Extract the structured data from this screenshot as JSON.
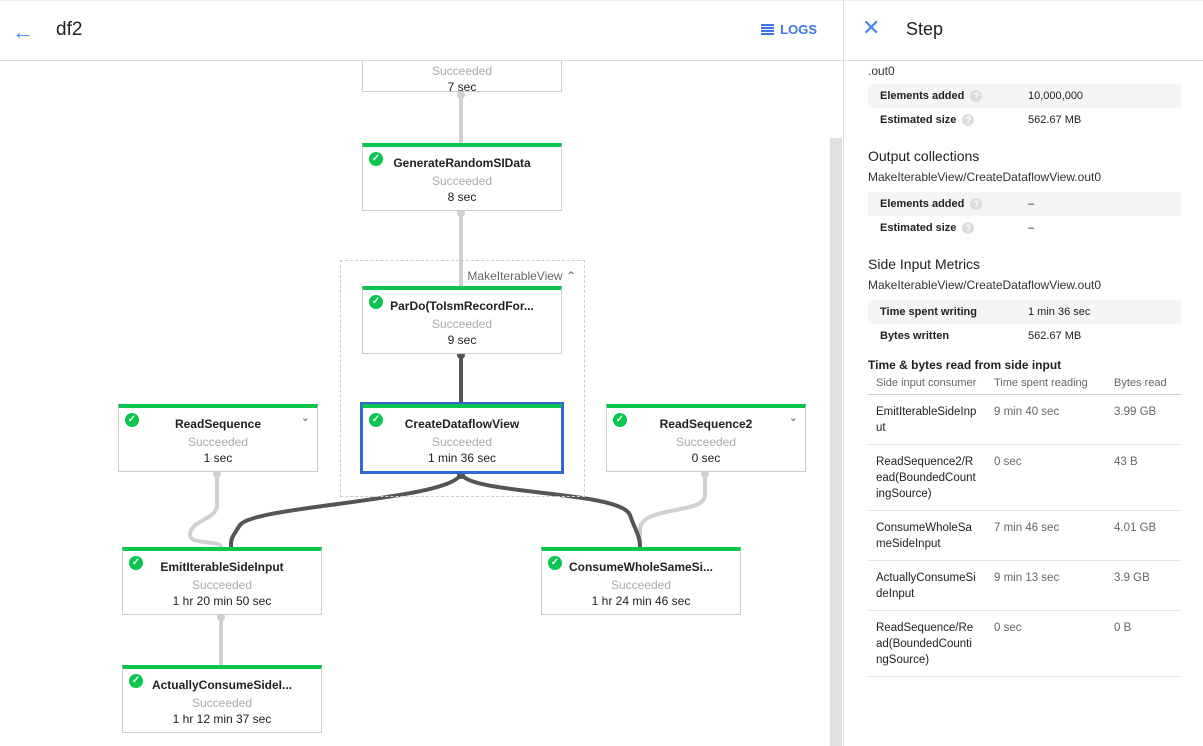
{
  "header": {
    "title": "df2",
    "logs_label": "LOGS"
  },
  "graph": {
    "group_label": "MakeIterableView",
    "nodes": [
      {
        "name": "",
        "status": "Succeeded",
        "time": "7 sec"
      },
      {
        "name": "GenerateRandomSIData",
        "status": "Succeeded",
        "time": "8 sec"
      },
      {
        "name": "ParDo(ToIsmRecordFor...",
        "status": "Succeeded",
        "time": "9 sec"
      },
      {
        "name": "CreateDataflowView",
        "status": "Succeeded",
        "time": "1 min 36 sec"
      },
      {
        "name": "ReadSequence",
        "status": "Succeeded",
        "time": "1 sec"
      },
      {
        "name": "ReadSequence2",
        "status": "Succeeded",
        "time": "0 sec"
      },
      {
        "name": "EmitIterableSideInput",
        "status": "Succeeded",
        "time": "1 hr 20 min 50 sec"
      },
      {
        "name": "ConsumeWholeSameSi...",
        "status": "Succeeded",
        "time": "1 hr 24 min 46 sec"
      },
      {
        "name": "ActuallyConsumeSideI...",
        "status": "Succeeded",
        "time": "1 hr 12 min 37 sec"
      }
    ],
    "colors": {
      "success": "#0bc64e",
      "selected": "#3367d6",
      "edge_active": "#555555",
      "edge": "#d0d0d0"
    }
  },
  "panel": {
    "title": "Step",
    "input_tail": ".out0",
    "input_metrics": [
      {
        "label": "Elements added",
        "value": "10,000,000"
      },
      {
        "label": "Estimated size",
        "value": "562.67 MB"
      }
    ],
    "output_title": "Output collections",
    "output_name": "MakeIterableView/CreateDataflowView.out0",
    "output_metrics": [
      {
        "label": "Elements added",
        "value": "–"
      },
      {
        "label": "Estimated size",
        "value": "–"
      }
    ],
    "side_title": "Side Input Metrics",
    "side_name": "MakeIterableView/CreateDataflowView.out0",
    "side_metrics": [
      {
        "label": "Time spent writing",
        "value": "1 min 36 sec"
      },
      {
        "label": "Bytes written",
        "value": "562.67 MB"
      }
    ],
    "table_title": "Time & bytes read from side input",
    "columns": [
      "Side input consumer",
      "Time spent reading",
      "Bytes read"
    ],
    "rows": [
      [
        "EmitIterableSideInput",
        "9 min 40 sec",
        "3.99 GB"
      ],
      [
        "ReadSequence2/Read(BoundedCountingSource)",
        "0 sec",
        "43 B"
      ],
      [
        "ConsumeWholeSameSideInput",
        "7 min 46 sec",
        "4.01 GB"
      ],
      [
        "ActuallyConsumeSideInput",
        "9 min 13 sec",
        "3.9 GB"
      ],
      [
        "ReadSequence/Read(BoundedCountingSource)",
        "0 sec",
        "0 B"
      ]
    ]
  }
}
